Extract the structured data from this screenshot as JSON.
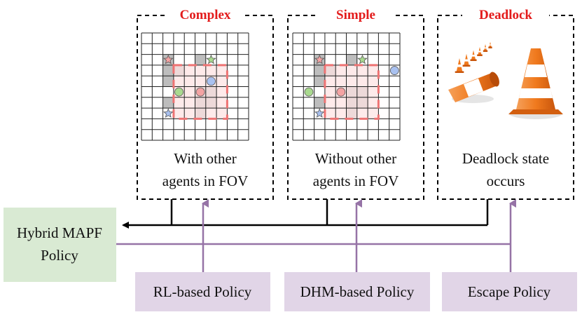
{
  "colors": {
    "title_red": "#e31b1b",
    "hybrid_fill": "#d9ead3",
    "policy_fill": "#e1d5e7",
    "purple_line": "#9673a6",
    "grid_shade": "#bdbdbd",
    "fov_fill": "#fde3e3",
    "fov_dash": "#ee7373",
    "agent_green": "#a9d98f",
    "agent_red": "#f4a3a3",
    "agent_blue": "#a9c1f0",
    "cone_orange": "#f07a1e"
  },
  "panels": [
    {
      "id": "complex",
      "title": "Complex",
      "caption_lines": [
        "With other",
        "agents in FOV"
      ],
      "visual": "grid-with-other-agents"
    },
    {
      "id": "simple",
      "title": "Simple",
      "caption_lines": [
        "Without other",
        "agents in FOV"
      ],
      "visual": "grid-without-other-agents"
    },
    {
      "id": "deadlock",
      "title": "Deadlock",
      "caption_lines": [
        "Deadlock state",
        "occurs"
      ],
      "visual": "traffic-cones-photo"
    }
  ],
  "hybrid": {
    "lines": [
      "Hybrid MAPF",
      "Policy"
    ]
  },
  "policies": [
    {
      "label": "RL-based Policy"
    },
    {
      "label": "DHM-based Policy"
    },
    {
      "label": "Escape Policy"
    }
  ]
}
